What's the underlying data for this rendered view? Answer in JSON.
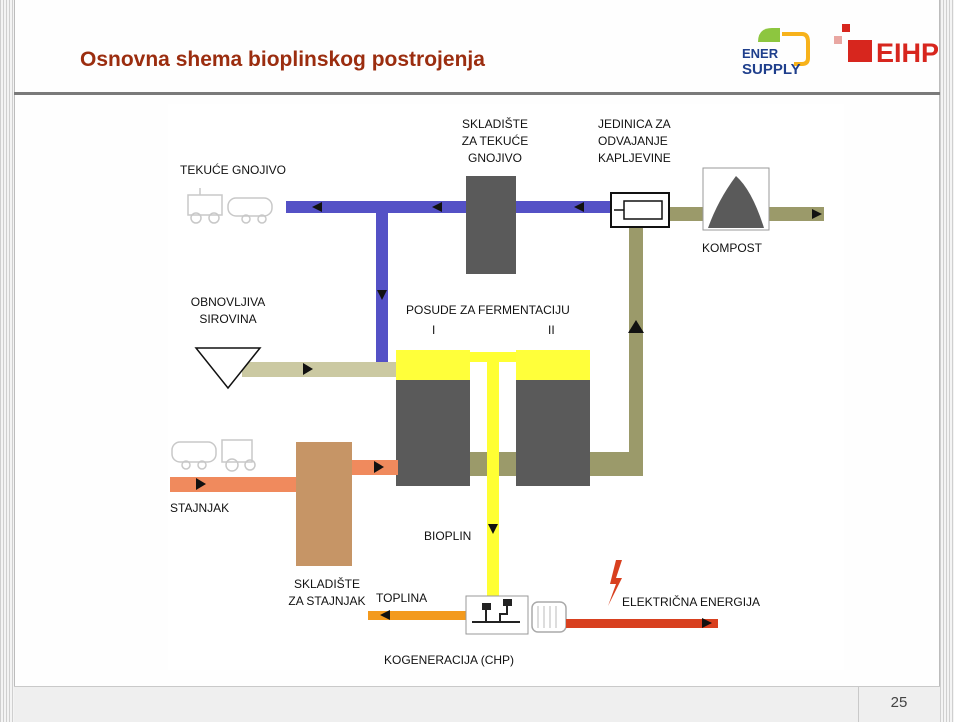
{
  "slide": {
    "title": "Osnovna shema bioplinskog postrojenja",
    "page_number": "25"
  },
  "logos": {
    "enersupply": {
      "line1": "ENER",
      "line2": "SUPPLY",
      "colors": [
        "#8dc63f",
        "#f7b21b",
        "#1f3f8c"
      ]
    },
    "eihp": {
      "text": "EIHP",
      "color": "#d7261e"
    }
  },
  "diagram": {
    "labels": {
      "liquid_manure": "TEKUĆE GNOJIVO",
      "liquid_storage": [
        "SKLADIŠTE",
        "ZA TEKUĆE",
        "GNOJIVO"
      ],
      "separator": [
        "JEDINICA ZA",
        "ODVAJANJE",
        "KAPLJEVINE"
      ],
      "compost": "KOMPOST",
      "renewable": [
        "OBNOVLJIVA",
        "SIROVINA"
      ],
      "fermentation": "POSUDE ZA FERMENTACIJU",
      "vessel_1": "I",
      "vessel_2": "II",
      "manure": "STAJNJAK",
      "manure_storage": [
        "SKLADIŠTE",
        "ZA STAJNJAK"
      ],
      "biogas": "BIOPLIN",
      "heat": "TOPLINA",
      "electricity": "ELEKTRIČNA ENERGIJA",
      "chp": "KOGENERACIJA (CHP)"
    },
    "colors": {
      "liquid_flow": "#5451c6",
      "digestate_flow": "#9b9a6a",
      "feedstock_flow": "#cbc9a2",
      "manure_flow": "#f08a5d",
      "biogas_flow": "#ffff33",
      "heat_flow": "#f39a1e",
      "electric_flow": "#d8401f",
      "tank": "#5a5a5a",
      "manure_storage": "#c69566",
      "gas_cap": "#ffff3a"
    },
    "icons": [
      "tractor-tanker-icon",
      "tractor-trailer-icon",
      "funnel-icon",
      "compost-heap-icon",
      "separator-unit-icon",
      "chp-unit-icon",
      "generator-icon",
      "lightning-icon"
    ]
  }
}
